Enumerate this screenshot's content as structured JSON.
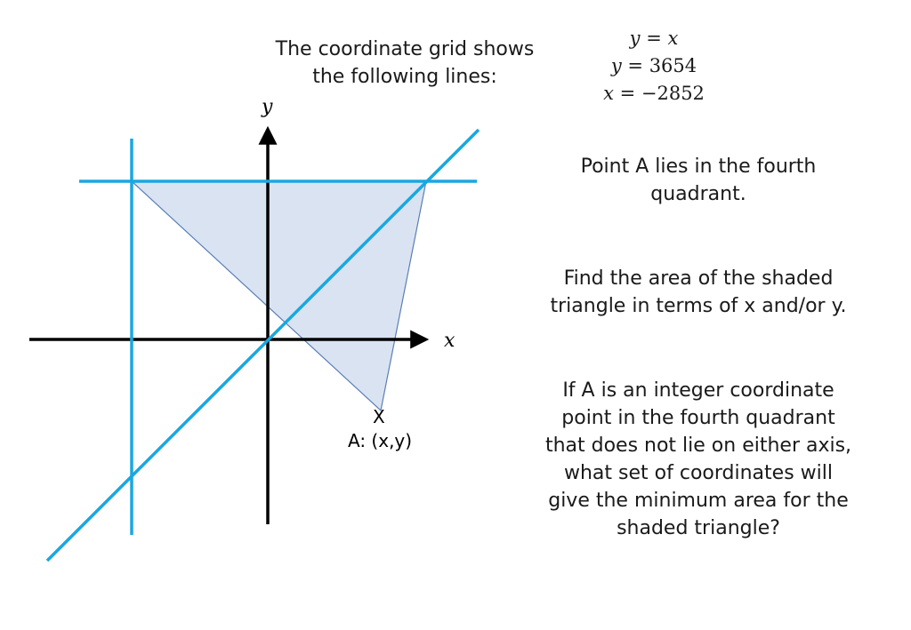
{
  "intro": {
    "line1": "The coordinate grid shows",
    "line2": "the following lines:"
  },
  "equations": [
    {
      "lhs": "y",
      "rhs": "x"
    },
    {
      "lhs": "y",
      "rhs": "3654"
    },
    {
      "lhs": "x",
      "rhs": "−2852"
    }
  ],
  "axes": {
    "x_label": "x",
    "y_label": "y"
  },
  "point_a": {
    "marker": "X",
    "label": "A: (x,y)"
  },
  "statements": {
    "point_a_line1": "Point A lies in the fourth",
    "point_a_line2": "quadrant.",
    "find_line1": "Find the area of the shaded",
    "find_line2": "triangle in terms of x and/or y.",
    "q_line1": "If A is an integer coordinate",
    "q_line2": "point in the fourth quadrant",
    "q_line3": "that does not lie on either axis,",
    "q_line4": "what set of coordinates will",
    "q_line5": "give the minimum area for the",
    "q_line6": "shaded triangle?"
  },
  "colors": {
    "line_color": "#1aa7e0",
    "shade_fill": "#d9e3f2",
    "shade_stroke": "#5a7fb5",
    "axis_color": "#000000"
  }
}
